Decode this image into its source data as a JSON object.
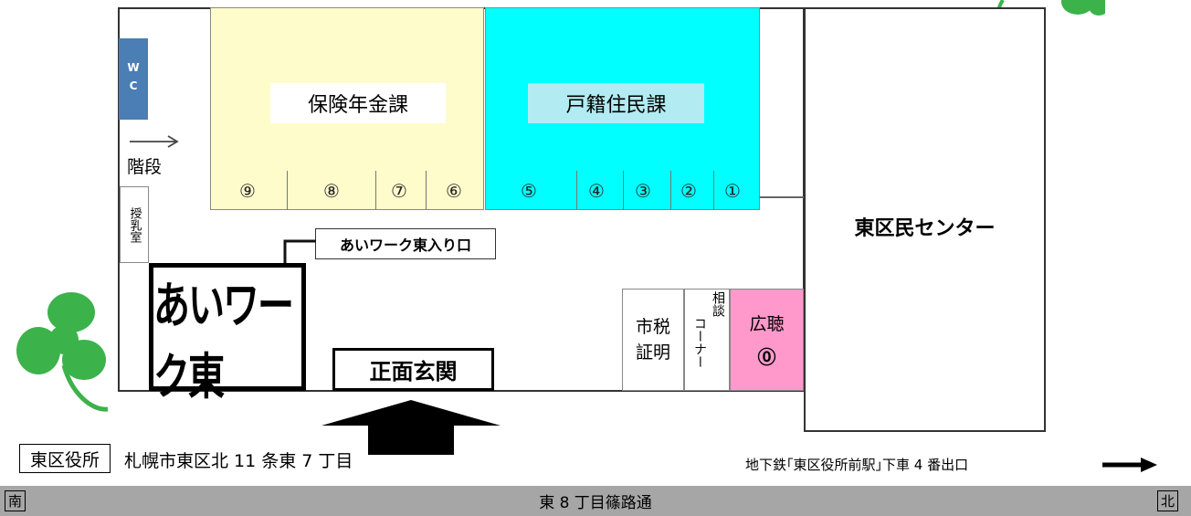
{
  "colors": {
    "hoken_area": "#fffccc",
    "koseki_area": "#00ffff",
    "kocho_area": "#ff99cc",
    "wc": "#4a7eb5",
    "bottom_bar": "#a6a6a6",
    "clover": "#3cb24a"
  },
  "wc": "WC",
  "stairs": "階段",
  "nursing_room": "授乳室",
  "departments": {
    "hoken": "保険年金課",
    "koseki": "戸籍住民課"
  },
  "windows": [
    "⑨",
    "⑧",
    "⑦",
    "⑥",
    "⑤",
    "④",
    "③",
    "②",
    "①"
  ],
  "center_building": "東区民センター",
  "ai_work": {
    "entrance_label": "あいワーク東入り口",
    "name": "あいワーク東"
  },
  "main_entrance": "正面玄関",
  "tax_cert": "市税証明",
  "consult": {
    "top": "相談",
    "bottom": "コーナー"
  },
  "kocho": {
    "label": "広聴",
    "number": "⓪"
  },
  "address": {
    "box": "東区役所",
    "text": "札幌市東区北 11 条東 7 丁目"
  },
  "subway_note": "地下鉄｢東区役所前駅｣下車 4 番出口",
  "street": {
    "left": "南",
    "name": "東 8 丁目篠路通",
    "right": "北"
  },
  "icons": {
    "clover_left": "clover-icon",
    "clover_top_right": "clover-icon",
    "arrow_right": "arrow-right-icon",
    "entrance_arrow": "arrow-up-icon"
  }
}
